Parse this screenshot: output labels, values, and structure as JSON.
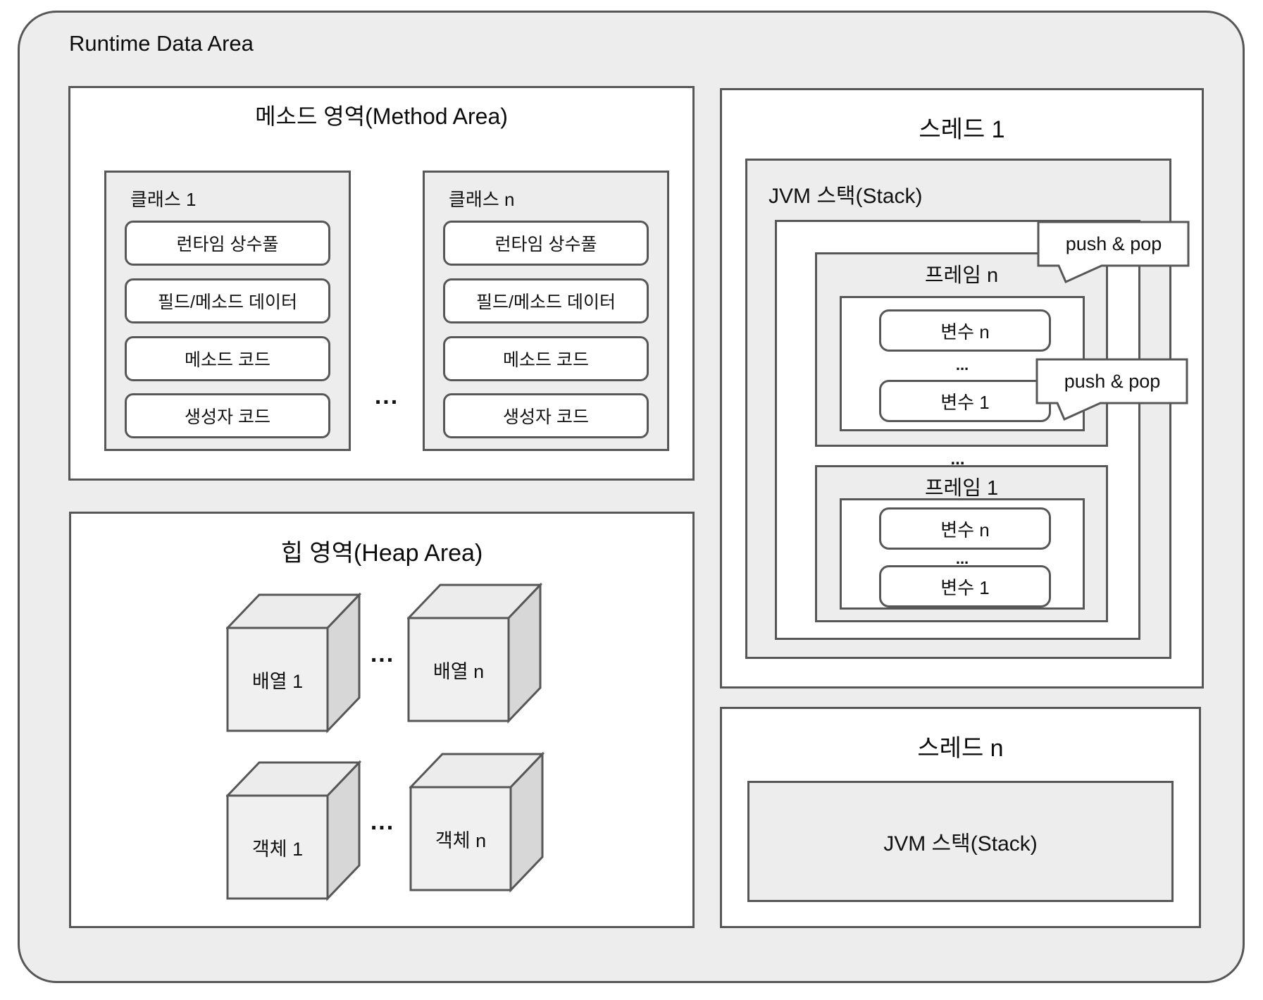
{
  "root": {
    "title": "Runtime Data Area"
  },
  "method_area": {
    "title": "메소드 영역(Method Area)",
    "ellipsis": "...",
    "classes": [
      {
        "title": "클래스 1",
        "items": [
          "런타임 상수풀",
          "필드/메소드 데이터",
          "메소드 코드",
          "생성자 코드"
        ]
      },
      {
        "title": "클래스 n",
        "items": [
          "런타임 상수풀",
          "필드/메소드 데이터",
          "메소드 코드",
          "생성자 코드"
        ]
      }
    ]
  },
  "heap_area": {
    "title": "힙 영역(Heap Area)",
    "ellipsis": "...",
    "cubes": [
      {
        "label": "배열 1"
      },
      {
        "label": "배열 n"
      },
      {
        "label": "객체 1"
      },
      {
        "label": "객체 n"
      }
    ]
  },
  "thread1": {
    "title": "스레드 1",
    "stack_label": "JVM 스택(Stack)",
    "push_pop": "push & pop",
    "ellipsis": "...",
    "frames": [
      {
        "title": "프레임 n",
        "vars": [
          "변수 n",
          "...",
          "변수 1"
        ]
      },
      {
        "title": "프레임 1",
        "vars": [
          "변수 n",
          "...",
          "변수 1"
        ]
      }
    ]
  },
  "thread_n": {
    "title": "스레드 n",
    "stack_label": "JVM 스택(Stack)"
  },
  "colors": {
    "border": "#575757",
    "panel_grey": "#ededed",
    "panel_white": "#ffffff",
    "cube_side": "#d7d7d7",
    "cube_top": "#ececec",
    "cube_front": "#f0f0f0"
  }
}
